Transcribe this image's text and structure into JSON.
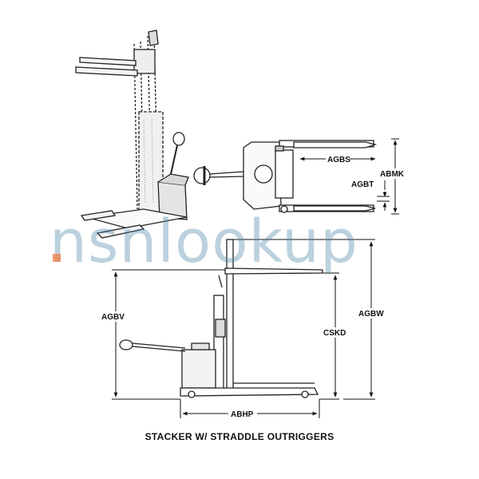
{
  "watermark": {
    "text": "nsnlookup",
    "color": "#4f86a8",
    "accent": "#f0824a"
  },
  "caption": "STACKER W/ STRADDLE OUTRIGGERS",
  "dimensions": {
    "abmk": "ABMK",
    "agbs": "AGBS",
    "agbt": "AGBT",
    "agbv": "AGBV",
    "cskd": "CSKD",
    "agbw": "AGBW",
    "abhp": "ABHP"
  }
}
